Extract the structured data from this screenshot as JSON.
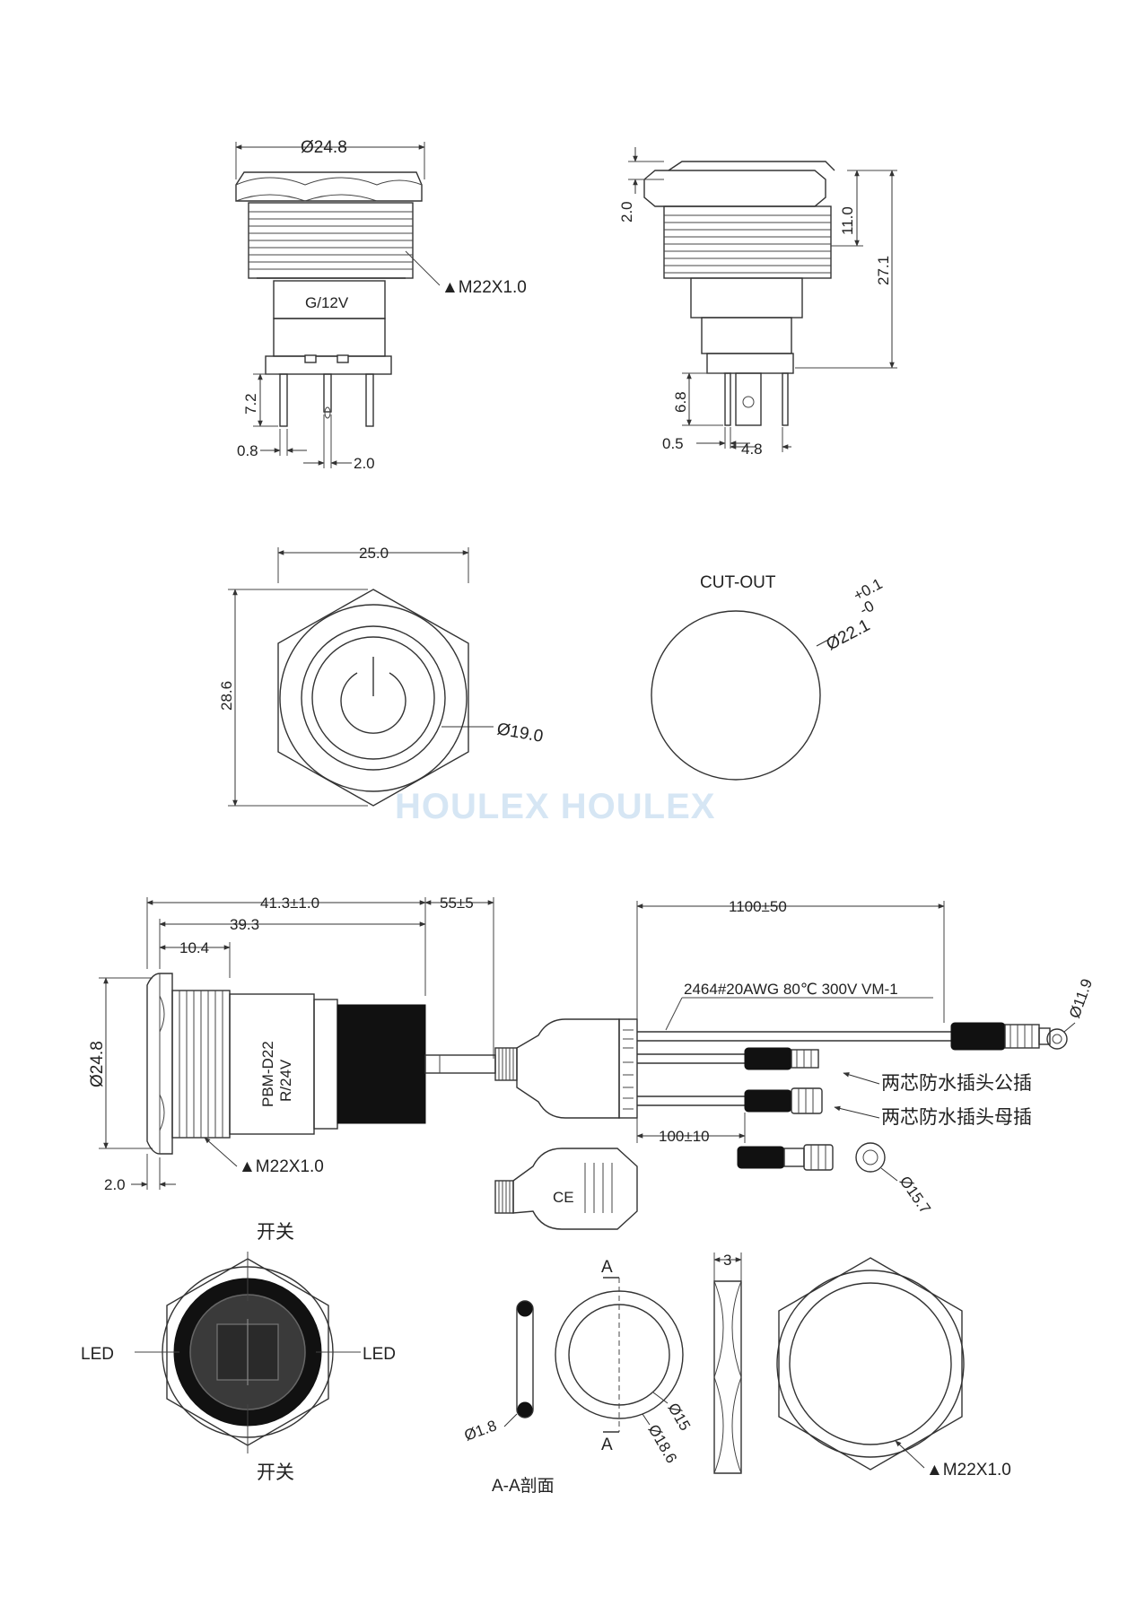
{
  "views": {
    "front_top": {
      "diameter": "Ø24.8",
      "thread": "▲M22X1.0",
      "body_label": "G/12V",
      "pin_height": "7.2",
      "pin_width": "0.8",
      "pin_spacing": "2.0"
    },
    "side_top": {
      "head_height": "2.0",
      "thread_length": "11.0",
      "total_height": "27.1",
      "pin_height": "6.8",
      "pin_thickness": "0.5",
      "pin_width": "4.8"
    },
    "top_view": {
      "width": "25.0",
      "height": "28.6",
      "button_diameter": "Ø19.0"
    },
    "cutout": {
      "title": "CUT-OUT",
      "diameter": "Ø22.1",
      "tol_plus": "+0.1",
      "tol_minus": "-0"
    },
    "cable_assembly": {
      "total_length": "41.3±1.0",
      "body_length": "39.3",
      "thread_length": "10.4",
      "cable_sleeve": "55±5",
      "cable_length": "1100±50",
      "diameter": "Ø24.8",
      "head_height": "2.0",
      "thread": "▲M22X1.0",
      "cable_spec": "2464#20AWG 80℃ 300V VM-1",
      "connector_diameter": "Ø11.9",
      "male_plug": "两芯防水插头公插",
      "female_plug": "两芯防水插头母插",
      "split_length": "100±10",
      "plug_diameter": "Ø15.7",
      "body_marking_model": "PBM-D22",
      "body_marking_voltage": "R/24V",
      "ce_mark": "CE"
    },
    "rear_view": {
      "switch_top": "开关",
      "switch_bottom": "开关",
      "led_left": "LED",
      "led_right": "LED"
    },
    "oring": {
      "cross_section": "Ø1.8",
      "section_label": "A-A剖面",
      "section_mark_top": "A",
      "section_mark_bottom": "A",
      "inner_diameter": "Ø15",
      "outer_diameter": "Ø18.6"
    },
    "nut": {
      "thickness": "3",
      "thread": "▲M22X1.0"
    }
  },
  "watermark": "HOULEX HOULEX"
}
